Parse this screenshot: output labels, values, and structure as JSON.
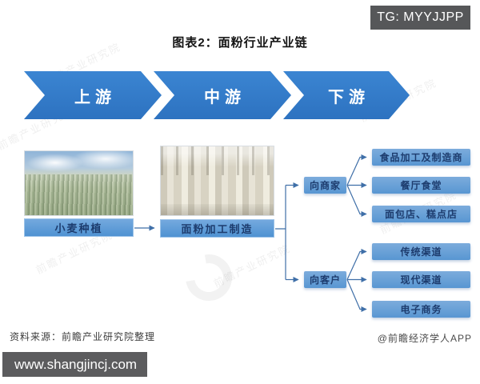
{
  "badge": {
    "label": "TG: MYYJJPP"
  },
  "title": "图表2：面粉行业产业链",
  "stages": [
    {
      "label": "上游"
    },
    {
      "label": "中游"
    },
    {
      "label": "下游"
    }
  ],
  "chain": {
    "upstream": {
      "label": "小麦种植",
      "photo": "wheat-field-photo"
    },
    "midstream": {
      "label": "面粉加工制造",
      "photo": "flour-mill-photo"
    },
    "downstream": {
      "branches": [
        {
          "label": "向商家",
          "targets": [
            "食品加工及制造商",
            "餐厅食堂",
            "面包店、糕点店"
          ]
        },
        {
          "label": "向客户",
          "targets": [
            "传统渠道",
            "现代渠道",
            "电子商务"
          ]
        }
      ]
    }
  },
  "watermark": {
    "text": "前瞻产业研究院"
  },
  "footer": {
    "source": "资料来源：前瞻产业研究院整理",
    "credit": "@前瞻经济学人APP",
    "website": "www.shangjincj.com"
  },
  "colors": {
    "chevron_blue": "#2f7ac6",
    "node_blue": "#5e9ad4",
    "node_text": "#1d3c6e",
    "connector_blue": "#3f6fa8",
    "badge_gray": "#565759",
    "site_bar_gray": "#5c5c5e"
  }
}
